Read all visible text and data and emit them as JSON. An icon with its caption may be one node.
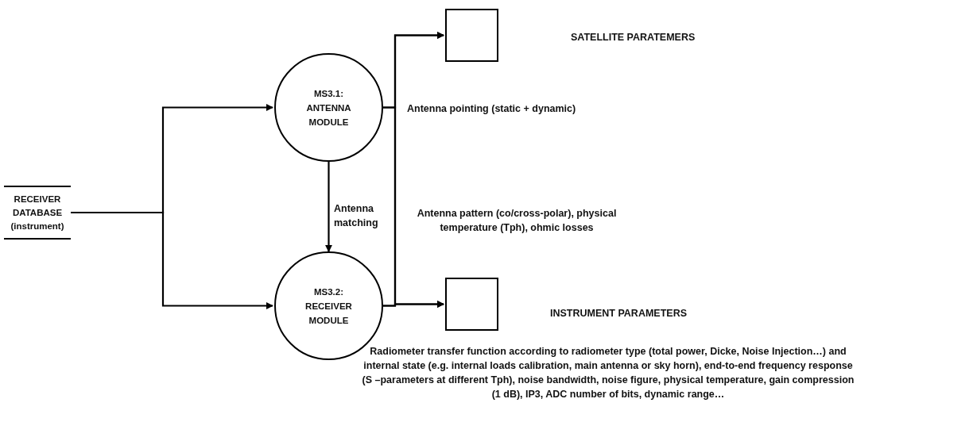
{
  "diagram": {
    "nodes": [
      {
        "text": [
          "RECEIVER DATABASE (instrument)"
        ]
      },
      {
        "text": [
          "MS3.1: ANTENNA MODULE"
        ]
      },
      {
        "text": [
          "MS3.2: RECEIVER MODULE"
        ]
      },
      {
        "text": [],
        "shape": "box"
      },
      {
        "text": [],
        "shape": "box"
      }
    ],
    "edges": [
      {
        "from": 0,
        "to": 1,
        "arrow": "to"
      },
      {
        "from": 0,
        "to": 2,
        "arrow": "to"
      },
      {
        "from": 1,
        "to": 2,
        "arrow": "to",
        "label": "Antenna matching"
      },
      {
        "from": 1,
        "to": 3,
        "arrow": "to"
      },
      {
        "from": 1,
        "to": 4,
        "arrow": "to"
      },
      {
        "from": 2,
        "to": 3,
        "arrow": "to"
      },
      {
        "from": 2,
        "to": 4,
        "arrow": "to"
      }
    ],
    "labels": [
      "SATELLITE PARATEMERS",
      "Antenna pointing  (static + dynamic)",
      "Antenna pattern (co/cross-polar), physical temperature (Tph), ohmic losses",
      "INSTRUMENT PARAMETERS",
      "Radiometer transfer function according to radiometer  type (total power, Dicke, Noise Injection…) and internal state (e.g. internal loads calibration, main antenna or sky horn), end-to-end frequency response (S –parameters at different Tph), noise bandwidth, noise figure, physical temperature, gain compression (1 dB), IP3, ADC number of bits, dynamic range…"
    ]
  }
}
